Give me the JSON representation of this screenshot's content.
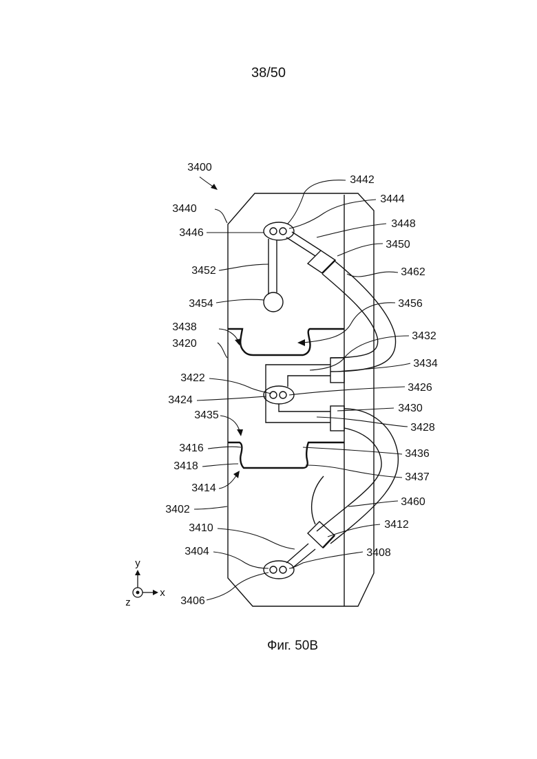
{
  "page_number": "38/50",
  "caption": "Фиг. 50В",
  "axes": {
    "y": "y",
    "x": "x",
    "z": "z"
  },
  "labels": {
    "l3400": "3400",
    "l3442": "3442",
    "l3444": "3444",
    "l3440": "3440",
    "l3446": "3446",
    "l3448": "3448",
    "l3450": "3450",
    "l3452": "3452",
    "l3462": "3462",
    "l3454": "3454",
    "l3456": "3456",
    "l3438": "3438",
    "l3432": "3432",
    "l3420": "3420",
    "l3434": "3434",
    "l3422": "3422",
    "l3426": "3426",
    "l3424": "3424",
    "l3430": "3430",
    "l3435": "3435",
    "l3428": "3428",
    "l3416": "3416",
    "l3436": "3436",
    "l3418": "3418",
    "l3437": "3437",
    "l3414": "3414",
    "l3460": "3460",
    "l3402": "3402",
    "l3410": "3410",
    "l3412": "3412",
    "l3404": "3404",
    "l3408": "3408",
    "l3406": "3406"
  }
}
